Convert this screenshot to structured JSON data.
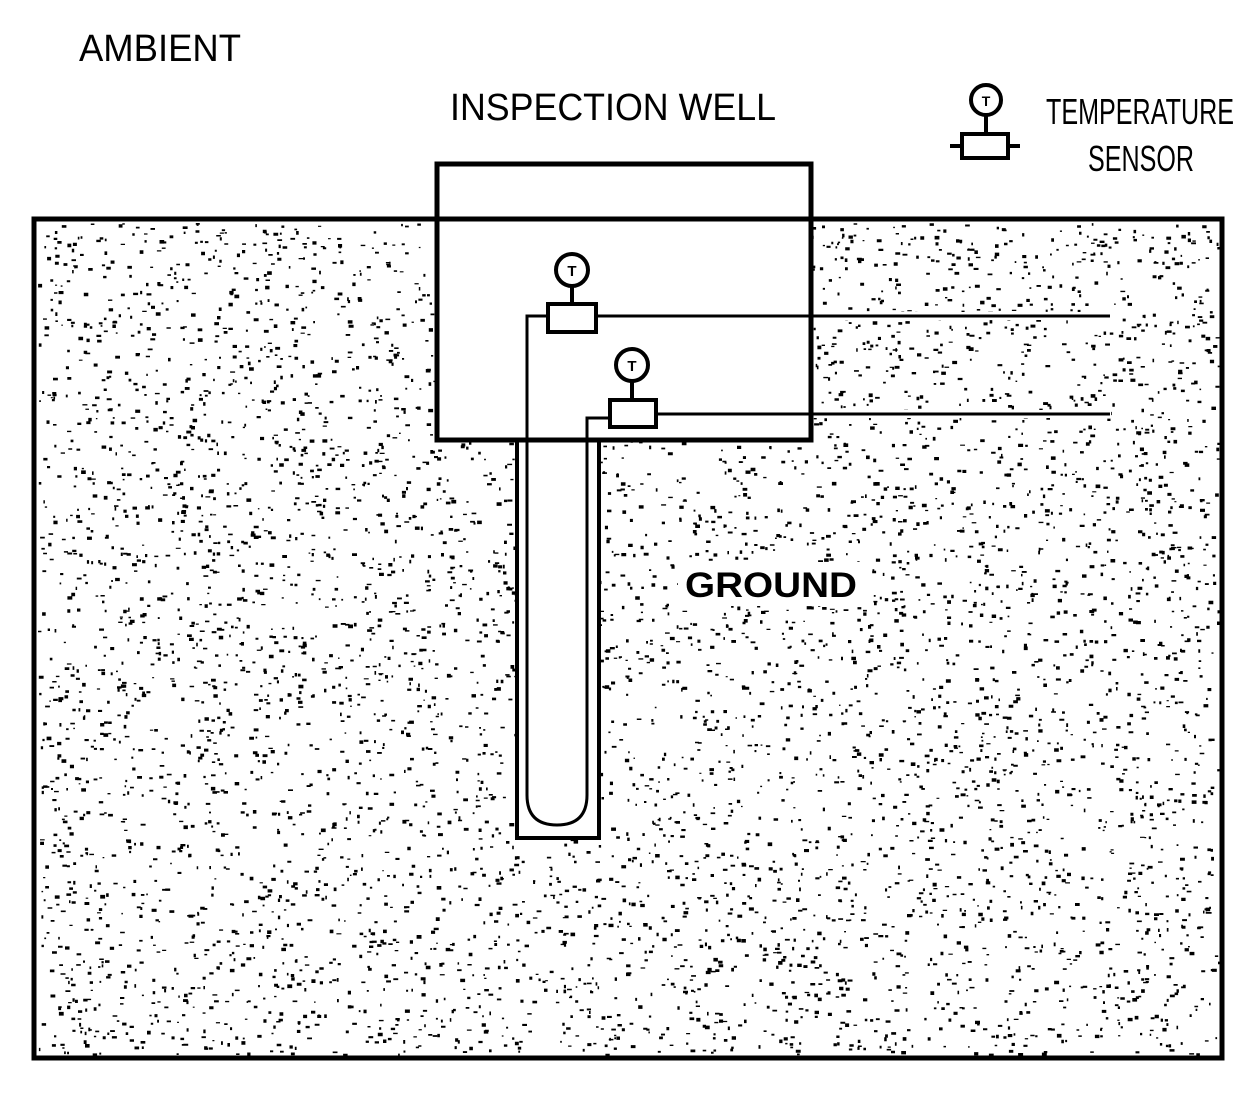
{
  "labels": {
    "ambient": "AMBIENT",
    "inspection_well": "INSPECTION WELL",
    "legend_line1": "TEMPERATURE",
    "legend_line2": "SENSOR",
    "ground": "GROUND",
    "sensor_glyph": "T"
  },
  "colors": {
    "line": "#000000",
    "background": "#ffffff",
    "speckle": "#000000"
  },
  "icons": {
    "sensor": "temperature-sensor-icon"
  }
}
